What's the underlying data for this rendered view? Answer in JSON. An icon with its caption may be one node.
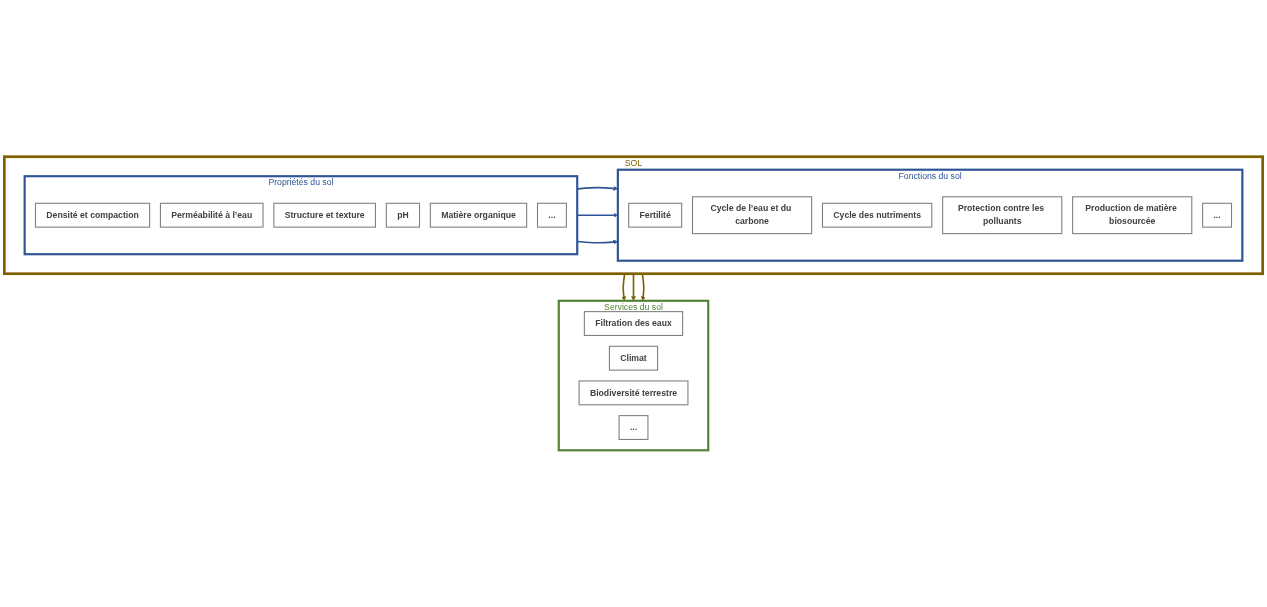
{
  "diagram": {
    "nodes": [
      {
        "text": [
          "SOL"
        ]
      },
      {
        "text": [
          "Propriétés du sol"
        ],
        "in": 0
      },
      {
        "text": [
          "Densité et compaction"
        ],
        "in": 1
      },
      {
        "text": [
          "Perméabilité à l’eau"
        ],
        "in": 1
      },
      {
        "text": [
          "Structure et texture"
        ],
        "in": 1
      },
      {
        "text": [
          "pH"
        ],
        "in": 1
      },
      {
        "text": [
          "Matière organique"
        ],
        "in": 1
      },
      {
        "text": [
          "..."
        ],
        "in": 1
      },
      {
        "text": [
          "Fonctions du sol"
        ],
        "in": 0
      },
      {
        "text": [
          "Fertilité"
        ],
        "in": 8
      },
      {
        "text": [
          "Cycle de l’eau et du carbone"
        ],
        "in": 8
      },
      {
        "text": [
          "Cycle des nutriments"
        ],
        "in": 8
      },
      {
        "text": [
          "Protection contre les polluants"
        ],
        "in": 8
      },
      {
        "text": [
          "Production de matière biosourcée"
        ],
        "in": 8
      },
      {
        "text": [
          "..."
        ],
        "in": 8
      },
      {
        "text": [
          "Services du sol"
        ]
      },
      {
        "text": [
          "Filtration des eaux"
        ],
        "in": 15
      },
      {
        "text": [
          "Climat"
        ],
        "in": 15
      },
      {
        "text": [
          "Biodiversité terrestre"
        ],
        "in": 15
      },
      {
        "text": [
          "..."
        ],
        "in": 15
      }
    ],
    "edges": [
      {
        "from": 1,
        "to": 8,
        "arrow": "to",
        "color": "#2f5496"
      },
      {
        "from": 1,
        "to": 8,
        "arrow": "to",
        "color": "#2f5496"
      },
      {
        "from": 1,
        "to": 8,
        "arrow": "to",
        "color": "#2f5496"
      },
      {
        "from": 0,
        "to": 15,
        "arrow": "to",
        "color": "#7f6000"
      },
      {
        "from": 0,
        "to": 15,
        "arrow": "to",
        "color": "#7f6000"
      },
      {
        "from": 0,
        "to": 15,
        "arrow": "to",
        "color": "#7f6000"
      }
    ]
  }
}
